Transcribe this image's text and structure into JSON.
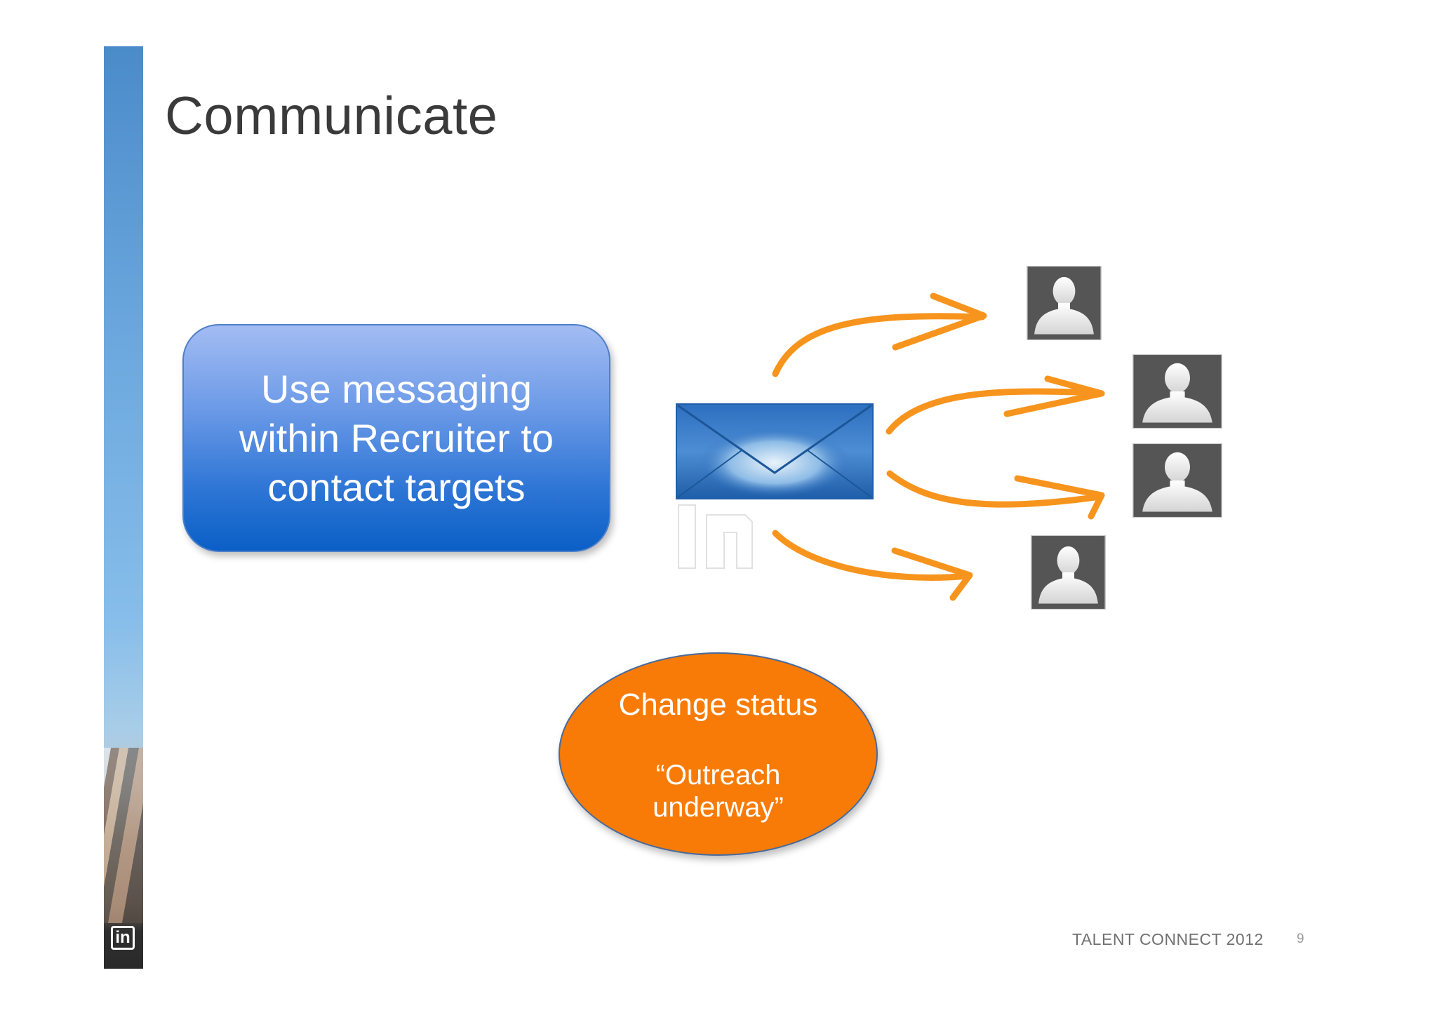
{
  "slide": {
    "title": "Communicate",
    "message_box": {
      "line1": "Use messaging",
      "line2": "within Recruiter to",
      "line3": "contact targets"
    },
    "status_oval": {
      "heading": "Change status",
      "line1": "“Outreach",
      "line2": "underway”"
    },
    "footer": {
      "event": "TALENT CONNECT 2012",
      "page_number": "9"
    },
    "brand_logo_text": "in"
  },
  "colors": {
    "accent_blue": "#2f76d6",
    "accent_orange": "#f7941d",
    "oval_orange": "#f77b06",
    "title_text": "#3a3a3a"
  },
  "icons": [
    "envelope-icon",
    "person-avatar-icon",
    "arrow-icon",
    "linkedin-logo-icon"
  ]
}
